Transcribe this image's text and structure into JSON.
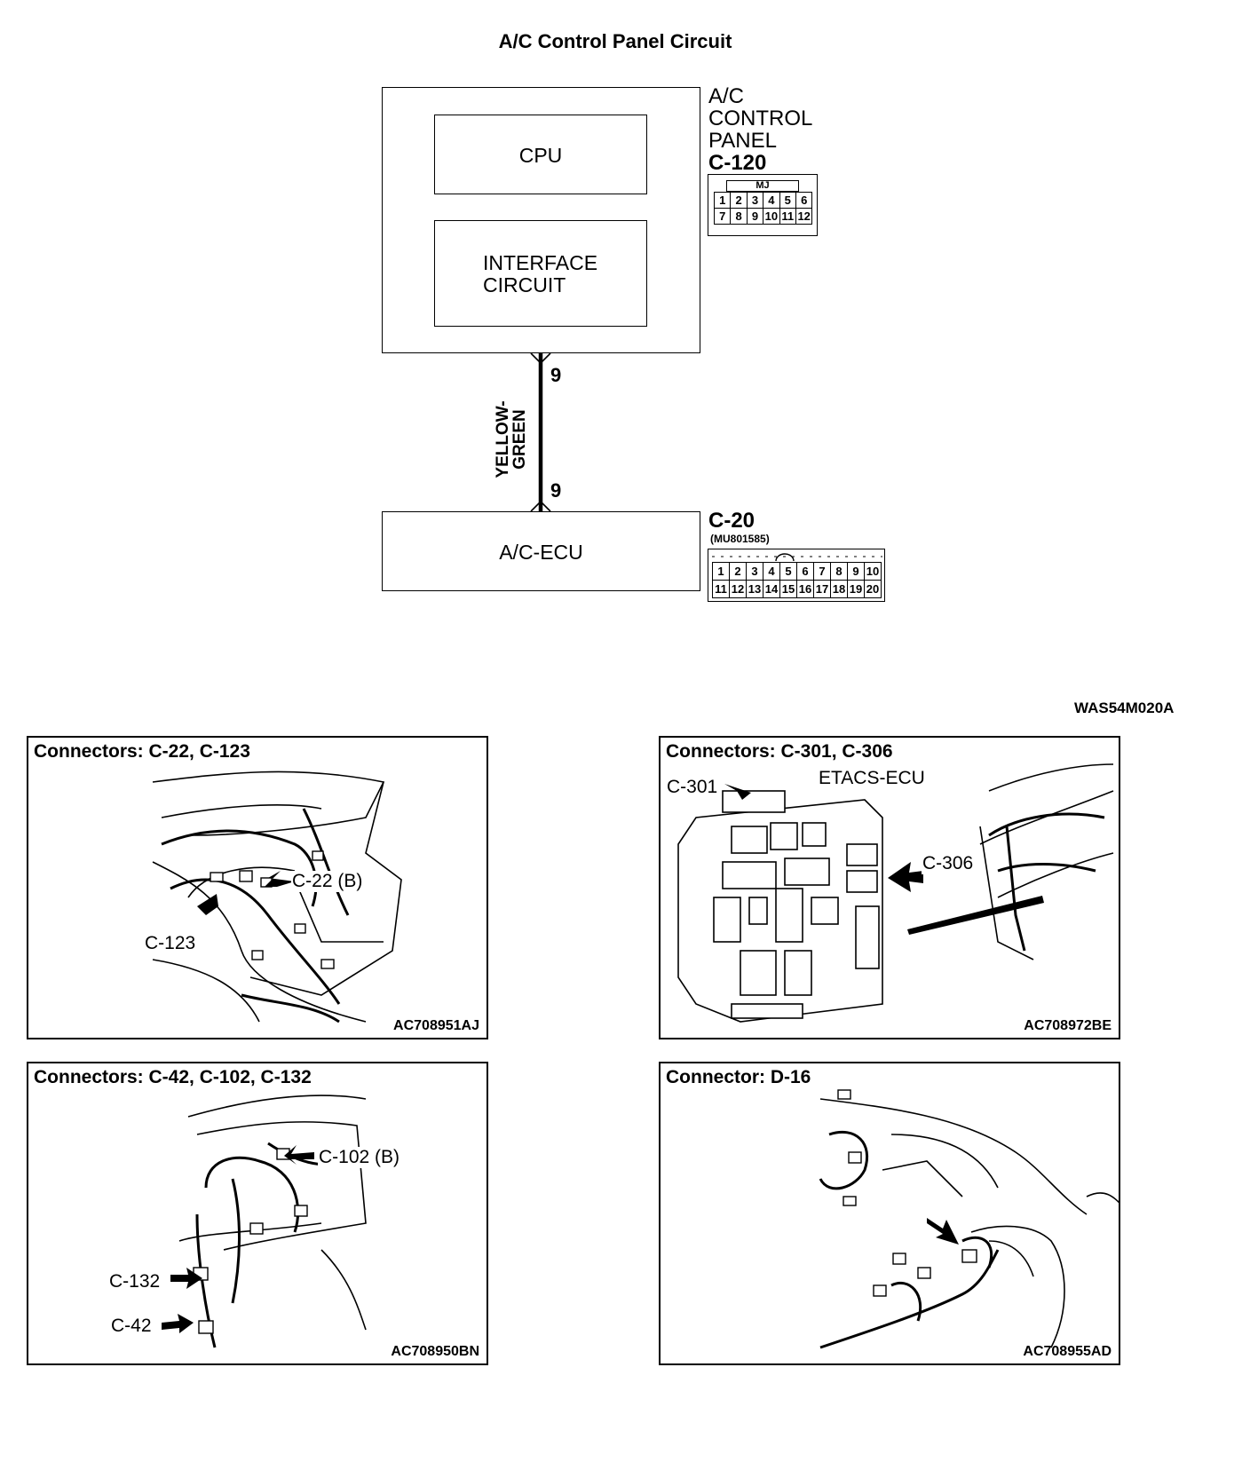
{
  "diagram": {
    "title": "A/C Control Panel Circuit",
    "panel_box": {
      "label_lines": [
        "A/C",
        "CONTROL",
        "PANEL"
      ],
      "connector_id": "C-120",
      "cpu_label": "CPU",
      "interface_label_lines": [
        "INTERFACE",
        "CIRCUIT"
      ]
    },
    "connector_c120": {
      "tag": "MJ",
      "rows": [
        [
          "1",
          "2",
          "3",
          "4",
          "5",
          "6"
        ],
        [
          "7",
          "8",
          "9",
          "10",
          "11",
          "12"
        ]
      ]
    },
    "wire": {
      "color_lines": [
        "YELLOW-",
        "GREEN"
      ],
      "pin_top": "9",
      "pin_bottom": "9"
    },
    "ecu_box": {
      "label": "A/C-ECU",
      "connector_id": "C-20",
      "part_number": "(MU801585)"
    },
    "connector_c20": {
      "rows": [
        [
          "1",
          "2",
          "3",
          "4",
          "5",
          "6",
          "7",
          "8",
          "9",
          "10"
        ],
        [
          "11",
          "12",
          "13",
          "14",
          "15",
          "16",
          "17",
          "18",
          "19",
          "20"
        ]
      ]
    },
    "figure_code": "WAS54M020A"
  },
  "panels": [
    {
      "title": "Connectors: C-22, C-123",
      "callouts": [
        "C-22 (B)",
        "C-123"
      ],
      "code": "AC708951AJ"
    },
    {
      "title": "Connectors: C-301, C-306",
      "subtitle": "ETACS-ECU",
      "callouts": [
        "C-301",
        "C-306"
      ],
      "code": "AC708972BE"
    },
    {
      "title": "Connectors: C-42, C-102, C-132",
      "callouts": [
        "C-102 (B)",
        "C-132",
        "C-42"
      ],
      "code": "AC708950BN"
    },
    {
      "title": "Connector: D-16",
      "callouts": [],
      "code": "AC708955AD"
    }
  ]
}
